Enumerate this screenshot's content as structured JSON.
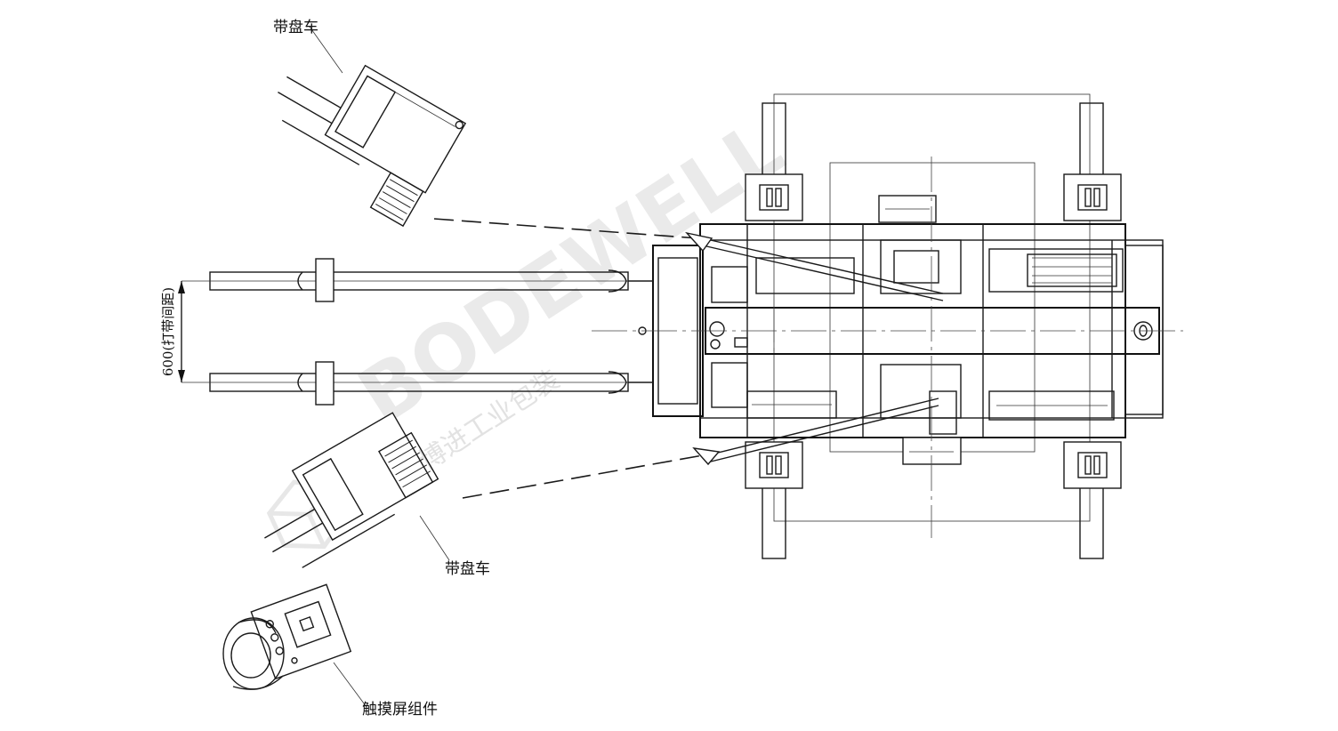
{
  "labels": {
    "reel_cart_top": "带盘车",
    "reel_cart_bottom": "带盘车",
    "touchscreen": "触摸屏组件",
    "dimension": "600(打带间距)"
  },
  "watermark": {
    "brand": "BODEWELL",
    "sub": "博进工业包装"
  },
  "colors": {
    "line": "#1a1a1a",
    "watermark": "#d9d9d9",
    "background": "#ffffff"
  }
}
